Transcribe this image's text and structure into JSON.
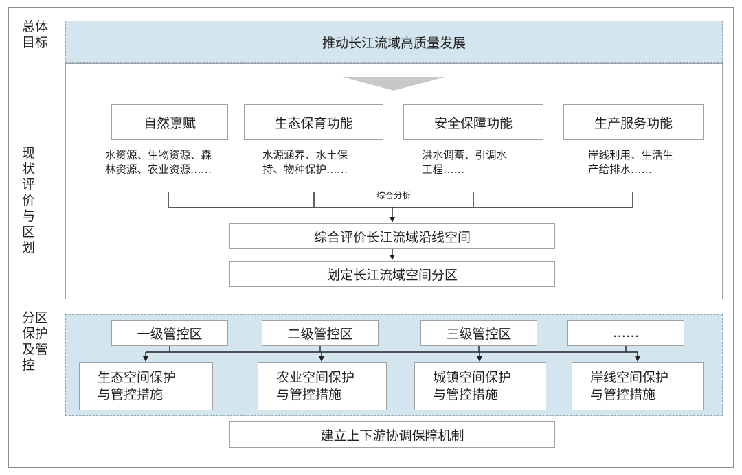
{
  "side_labels": {
    "goal": "总体目标",
    "eval": "现状评价与区划",
    "zone": "分区保护及管控"
  },
  "goal_text": "推动长江流域高质量发展",
  "functions": [
    {
      "title": "自然禀赋",
      "desc": [
        "水资源、生物资源、森",
        "林资源、农业资源……"
      ]
    },
    {
      "title": "生态保育功能",
      "desc": [
        "水源涵养、水土保",
        "持、物种保护……"
      ]
    },
    {
      "title": "安全保障功能",
      "desc": [
        "洪水调蓄、引调水",
        "工程……"
      ]
    },
    {
      "title": "生产服务功能",
      "desc": [
        "岸线利用、生活生",
        "产给排水……"
      ]
    }
  ],
  "analysis_label": "综合分析",
  "eval_box": "综合评价长江流域沿线空间",
  "zoning_box": "划定长江流域空间分区",
  "control_zones": [
    "一级管控区",
    "二级管控区",
    "三级管控区",
    "……"
  ],
  "measures": [
    [
      "生态空间保护",
      "与管控措施"
    ],
    [
      "农业空间保护",
      "与管控措施"
    ],
    [
      "城镇空间保护",
      "与管控措施"
    ],
    [
      "岸线空间保护",
      "与管控措施"
    ]
  ],
  "mechanism_box": "建立上下游协调保障机制",
  "colors": {
    "band_fill": "#d3e6f0",
    "line": "#231f20",
    "big_arrow": "#c8c8c8",
    "box_border": "#a0a0a0"
  }
}
